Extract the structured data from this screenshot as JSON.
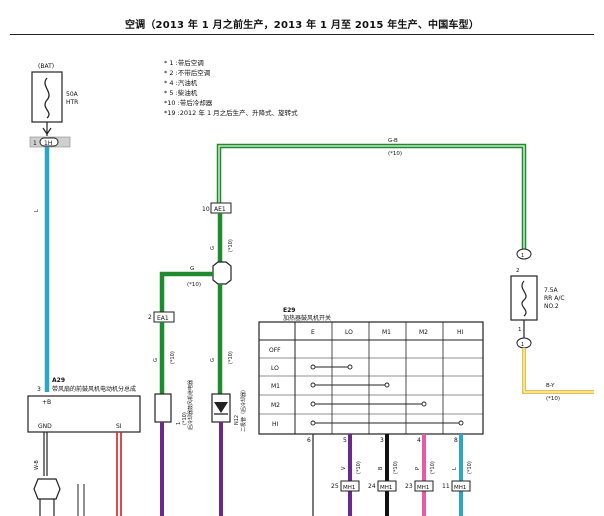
{
  "title": "空调（2013 年 1 月之前生产，2013 年 1 月至 2015 年生产、中国车型）",
  "notes": [
    "* 1 :带后空调",
    "* 2 :不带后空调",
    "* 4 :汽油机",
    "* 5 :柴油机",
    "*10 :带后冷却器",
    "*19 :2012 年 1 月之后生产、升降式、旋转式"
  ],
  "fuse_bat": {
    "name": "(BAT)",
    "rating": "50A",
    "label": "HTR"
  },
  "fuse_acno2": {
    "rating": "7.5A",
    "line1": "RR A/C",
    "line2": "NO.2"
  },
  "connectors": {
    "c1": "1H",
    "c1_pin": "1",
    "ae1": "AE1",
    "ae1_pin": "10",
    "ea1": "EA1",
    "ea1_pin": "2",
    "top_pin": "1",
    "top_pin2": "2",
    "bot_pin": "1",
    "bot_pin2": "1",
    "ml_pins": [
      "25",
      "24",
      "23",
      "11"
    ],
    "ml_labels": [
      "MH1",
      "MH1",
      "MH1",
      "MH1"
    ]
  },
  "wires": {
    "left_color": "L",
    "left_note": "1",
    "top_green": "G-B",
    "top_green_note": "(*10)",
    "ea_green": "G",
    "ea_green_note": "(*10)",
    "jpin_note": "(*10)",
    "ea_down": "G",
    "ea_down_note": "(*10)",
    "ae_down": "G",
    "ae_down_note": "(*10)",
    "rt_green": "G",
    "rt_green_note": "(*10)",
    "by": "B-Y",
    "by_note": "(*10)",
    "we": "W-B",
    "ml_colors": [
      "V",
      "B",
      "P",
      "L"
    ],
    "ml_notes": [
      "(*10)",
      "(*10)",
      "(*10)",
      "(*10)"
    ],
    "ml_top_pins": [
      "5",
      "3",
      "4",
      "8"
    ],
    "col6_pin": "6"
  },
  "a29": {
    "code": "A29",
    "name": "带风扇的前鼓风机电动机分总成",
    "pin_b": "+B",
    "gnd": "GND",
    "si": "SI",
    "pin3": "3"
  },
  "relay": {
    "label": "后冷却器鼓风机继电器",
    "pin": "1",
    "note": "(*10)"
  },
  "diode": {
    "label": "二极管（后冷却器）",
    "code": "N12",
    "note": "(*10)"
  },
  "switch": {
    "code": "E29",
    "name": "加热器鼓风机开关",
    "columns": [
      "E",
      "LO",
      "M1",
      "M2",
      "HI"
    ],
    "rows": [
      "OFF",
      "LO",
      "M1",
      "M2",
      "HI"
    ]
  },
  "colors": {
    "sky": "#2aa6c9",
    "green": "#1f8a2e",
    "green_light": "#c8e6c9",
    "red": "#d42020",
    "purple": "#6a2a8c",
    "black": "#111111",
    "pink": "#e85aa6",
    "yellow": "#e3c24a"
  }
}
